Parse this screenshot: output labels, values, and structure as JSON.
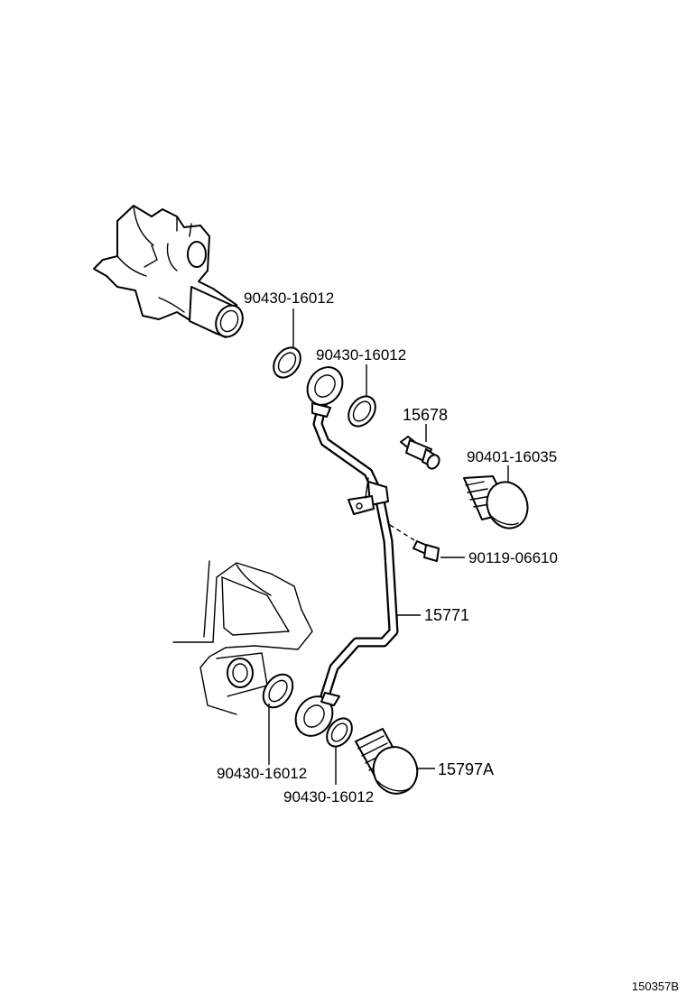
{
  "labels": {
    "washer_upper_left": "90430-16012",
    "washer_upper_mid": "90430-16012",
    "switch": "15678",
    "union_bolt_upper": "90401-16035",
    "bolt_clamp": "90119-06610",
    "oil_pipe": "15771",
    "union_bolt_lower": "15797A",
    "washer_lower_left": "90430-16012",
    "washer_lower_mid": "90430-16012",
    "diagram_code": "150357B"
  }
}
